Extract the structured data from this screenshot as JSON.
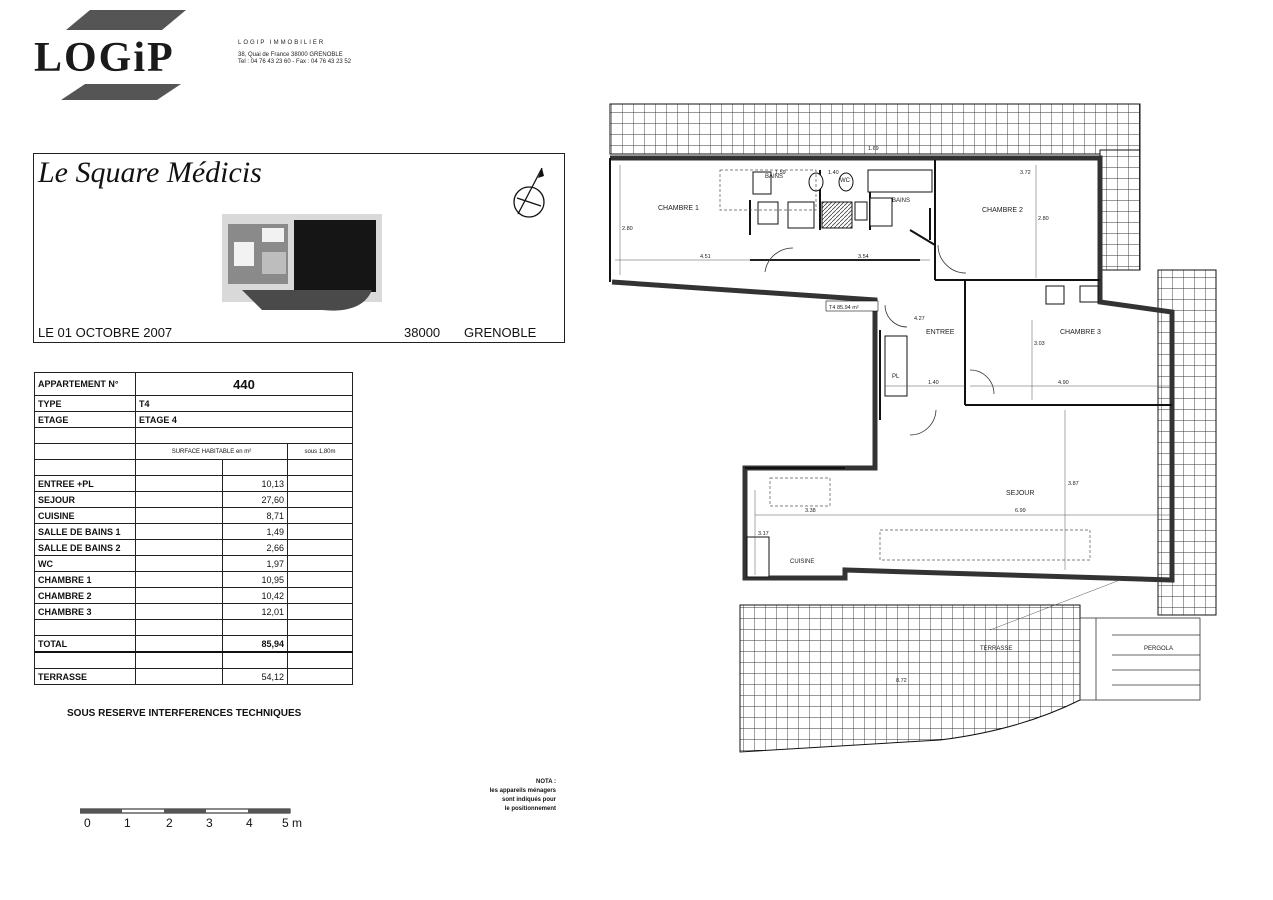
{
  "logo": {
    "brand": "LOGiP",
    "company_name": "LOGIP IMMOBILIER",
    "company_address": "38, Quai de France 38000 GRENOBLE",
    "company_phone": "Tel : 04 76 43 23 60 - Fax : 04 76 43 23 52"
  },
  "header": {
    "project_title": "Le Square Médicis",
    "date": "LE 01 OCTOBRE 2007",
    "postcode": "38000",
    "city": "GRENOBLE"
  },
  "table": {
    "apartment_label": "APPARTEMENT N°",
    "apartment_number": "440",
    "type_label": "TYPE",
    "type_value": "T4",
    "floor_label": "ETAGE",
    "floor_value": "ETAGE 4",
    "surface_header": "SURFACE HABITABLE en m²",
    "under_header": "sous 1,80m",
    "rooms": [
      {
        "name": "ENTREE +PL",
        "area": "10,13"
      },
      {
        "name": "SEJOUR",
        "area": "27,60"
      },
      {
        "name": "CUISINE",
        "area": "8,71"
      },
      {
        "name": "SALLE DE BAINS 1",
        "area": "1,49"
      },
      {
        "name": "SALLE DE BAINS 2",
        "area": "2,66"
      },
      {
        "name": "WC",
        "area": "1,97"
      },
      {
        "name": "CHAMBRE 1",
        "area": "10,95"
      },
      {
        "name": "CHAMBRE 2",
        "area": "10,42"
      },
      {
        "name": "CHAMBRE 3",
        "area": "12,01"
      }
    ],
    "total_label": "TOTAL",
    "total_value": "85,94",
    "terrace_label": "TERRASSE",
    "terrace_value": "54,12"
  },
  "reserve_note": "SOUS RESERVE INTERFERENCES TECHNIQUES",
  "scale": {
    "labels": [
      "0",
      "1",
      "2",
      "3",
      "4",
      "5 m"
    ]
  },
  "nota": {
    "title": "NOTA :",
    "line1": "les appareils ménagers",
    "line2": "sont indiqués pour",
    "line3": "le positionnement"
  },
  "plan": {
    "rooms": {
      "chambre1": "CHAMBRE 1",
      "chambre2": "CHAMBRE 2",
      "chambre3": "CHAMBRE 3",
      "bains1": "BAINS",
      "bains2": "BAINS",
      "wc": "WC",
      "entree": "ENTREE",
      "pl": "PL",
      "sejour": "SEJOUR",
      "cuisine": "CUISINE",
      "terrasse": "TERRASSE",
      "pergola": "PERGOLA",
      "apt_tag": "T4 85.94 m²"
    },
    "dims": {
      "d1": "1.69",
      "d2": "1.59",
      "d3": "1.40",
      "d4": "3.72",
      "d5": "2.80",
      "d6": "4.51",
      "d7": "3.54",
      "d8": "2.80",
      "d9": "4.27",
      "d10": "3.03",
      "d11": "1.40",
      "d12": "4.90",
      "d13": "3.38",
      "d14": "6.99",
      "d15": "3.17",
      "d16": "3.87",
      "d17": "8.72"
    }
  }
}
